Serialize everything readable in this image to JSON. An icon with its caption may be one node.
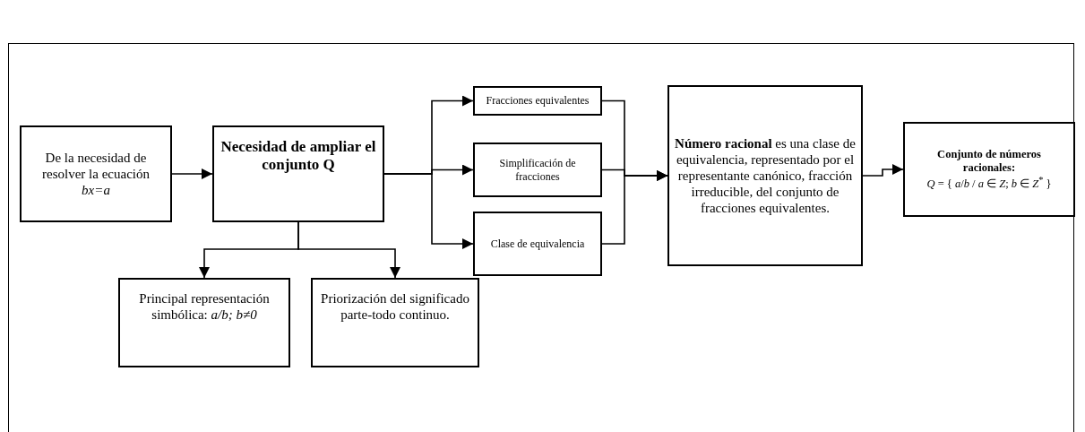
{
  "diagram": {
    "nodes": [
      {
        "text": [
          "De la necesidad de resolver la ecuación *bx=a*"
        ]
      },
      {
        "text": [
          "Necesidad de ampliar el conjunto  Q"
        ]
      },
      {
        "text": [
          "Fracciones equivalentes"
        ]
      },
      {
        "text": [
          "Simplificación de fracciones"
        ]
      },
      {
        "text": [
          "Clase de equivalencia"
        ]
      },
      {
        "text": [
          "Principal representación simbólica:  *a/b; b≠0*"
        ]
      },
      {
        "text": [
          "Priorización del significado parte-todo continuo."
        ]
      },
      {
        "text": [
          "**Número racional**  es una clase de equivalencia, representado por el representante canónico, fracción irreducible, del conjunto de fracciones equivalentes."
        ]
      },
      {
        "text": [
          "Conjunto de números racionales:",
          "*Q* = { *a*/*b* / *a* ∈ *Z*; *b* ∈ *Z*$^{*}$ }"
        ]
      }
    ],
    "edges": [
      {
        "from": 0,
        "to": 1,
        "arrow": "to"
      },
      {
        "from": 1,
        "to": 2,
        "arrow": "to"
      },
      {
        "from": 1,
        "to": 3,
        "arrow": "to"
      },
      {
        "from": 1,
        "to": 4,
        "arrow": "to"
      },
      {
        "from": 1,
        "to": 5,
        "arrow": "to"
      },
      {
        "from": 1,
        "to": 6,
        "arrow": "to"
      },
      {
        "from": 2,
        "to": 7,
        "arrow": "to"
      },
      {
        "from": 3,
        "to": 7,
        "arrow": "to"
      },
      {
        "from": 4,
        "to": 7,
        "arrow": "to"
      },
      {
        "from": 7,
        "to": 8,
        "arrow": "to"
      }
    ]
  }
}
